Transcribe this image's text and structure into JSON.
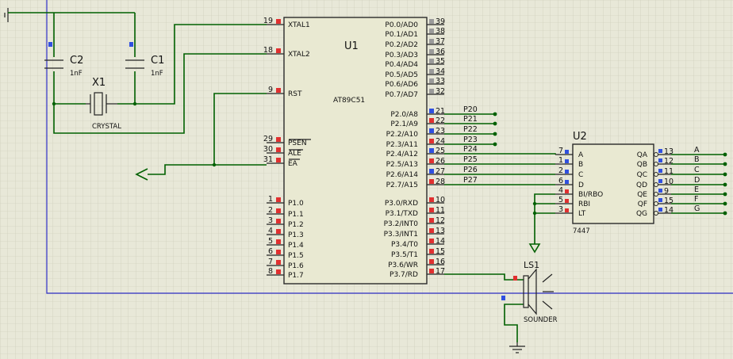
{
  "u1": {
    "ref": "U1",
    "part": "AT89C51",
    "left_pins": [
      {
        "num": "19",
        "name": "XTAL1"
      },
      {
        "num": "18",
        "name": "XTAL2"
      },
      {
        "num": "9",
        "name": "RST"
      },
      {
        "num": "29",
        "name": "PSEN"
      },
      {
        "num": "30",
        "name": "ALE"
      },
      {
        "num": "31",
        "name": "EA"
      },
      {
        "num": "1",
        "name": "P1.0"
      },
      {
        "num": "2",
        "name": "P1.1"
      },
      {
        "num": "3",
        "name": "P1.2"
      },
      {
        "num": "4",
        "name": "P1.3"
      },
      {
        "num": "5",
        "name": "P1.4"
      },
      {
        "num": "6",
        "name": "P1.5"
      },
      {
        "num": "7",
        "name": "P1.6"
      },
      {
        "num": "8",
        "name": "P1.7"
      }
    ],
    "right_pins": [
      {
        "num": "39",
        "name": "P0.0/AD0"
      },
      {
        "num": "38",
        "name": "P0.1/AD1"
      },
      {
        "num": "37",
        "name": "P0.2/AD2"
      },
      {
        "num": "36",
        "name": "P0.3/AD3"
      },
      {
        "num": "35",
        "name": "P0.4/AD4"
      },
      {
        "num": "34",
        "name": "P0.5/AD5"
      },
      {
        "num": "33",
        "name": "P0.6/AD6"
      },
      {
        "num": "32",
        "name": "P0.7/AD7"
      },
      {
        "num": "21",
        "name": "P2.0/A8"
      },
      {
        "num": "22",
        "name": "P2.1/A9"
      },
      {
        "num": "23",
        "name": "P2.2/A10"
      },
      {
        "num": "24",
        "name": "P2.3/A11"
      },
      {
        "num": "25",
        "name": "P2.4/A12"
      },
      {
        "num": "26",
        "name": "P2.5/A13"
      },
      {
        "num": "27",
        "name": "P2.6/A14"
      },
      {
        "num": "28",
        "name": "P2.7/A15"
      },
      {
        "num": "10",
        "name": "P3.0/RXD"
      },
      {
        "num": "11",
        "name": "P3.1/TXD"
      },
      {
        "num": "12",
        "name": "P3.2/INT0"
      },
      {
        "num": "13",
        "name": "P3.3/INT1"
      },
      {
        "num": "14",
        "name": "P3.4/T0"
      },
      {
        "num": "15",
        "name": "P3.5/T1"
      },
      {
        "num": "16",
        "name": "P3.6/WR"
      },
      {
        "num": "17",
        "name": "P3.7/RD"
      }
    ]
  },
  "u2": {
    "ref": "U2",
    "part": "7447",
    "left_pins": [
      {
        "num": "7",
        "name": "A"
      },
      {
        "num": "1",
        "name": "B"
      },
      {
        "num": "2",
        "name": "C"
      },
      {
        "num": "6",
        "name": "D"
      },
      {
        "num": "4",
        "name": "BI/RBO"
      },
      {
        "num": "5",
        "name": "RBI"
      },
      {
        "num": "3",
        "name": "LT"
      }
    ],
    "right_pins": [
      {
        "num": "13",
        "name": "QA"
      },
      {
        "num": "12",
        "name": "QB"
      },
      {
        "num": "11",
        "name": "QC"
      },
      {
        "num": "10",
        "name": "QD"
      },
      {
        "num": "9",
        "name": "QE"
      },
      {
        "num": "15",
        "name": "QF"
      },
      {
        "num": "14",
        "name": "QG"
      }
    ]
  },
  "port2_nets": [
    "P20",
    "P21",
    "P22",
    "P23",
    "P24",
    "P25",
    "P26",
    "P27"
  ],
  "segment_nets": [
    "A",
    "B",
    "C",
    "D",
    "E",
    "F",
    "G"
  ],
  "c1": {
    "ref": "C1",
    "value": "1nF"
  },
  "c2": {
    "ref": "C2",
    "value": "1nF"
  },
  "x1": {
    "ref": "X1",
    "value": "CRYSTAL"
  },
  "ls1": {
    "ref": "LS1",
    "value": "SOUNDER"
  },
  "colors": {
    "wire": "#006000",
    "sheet_border": "#3030c8",
    "pin_red": "#e03030",
    "pin_blue": "#3050e0"
  }
}
